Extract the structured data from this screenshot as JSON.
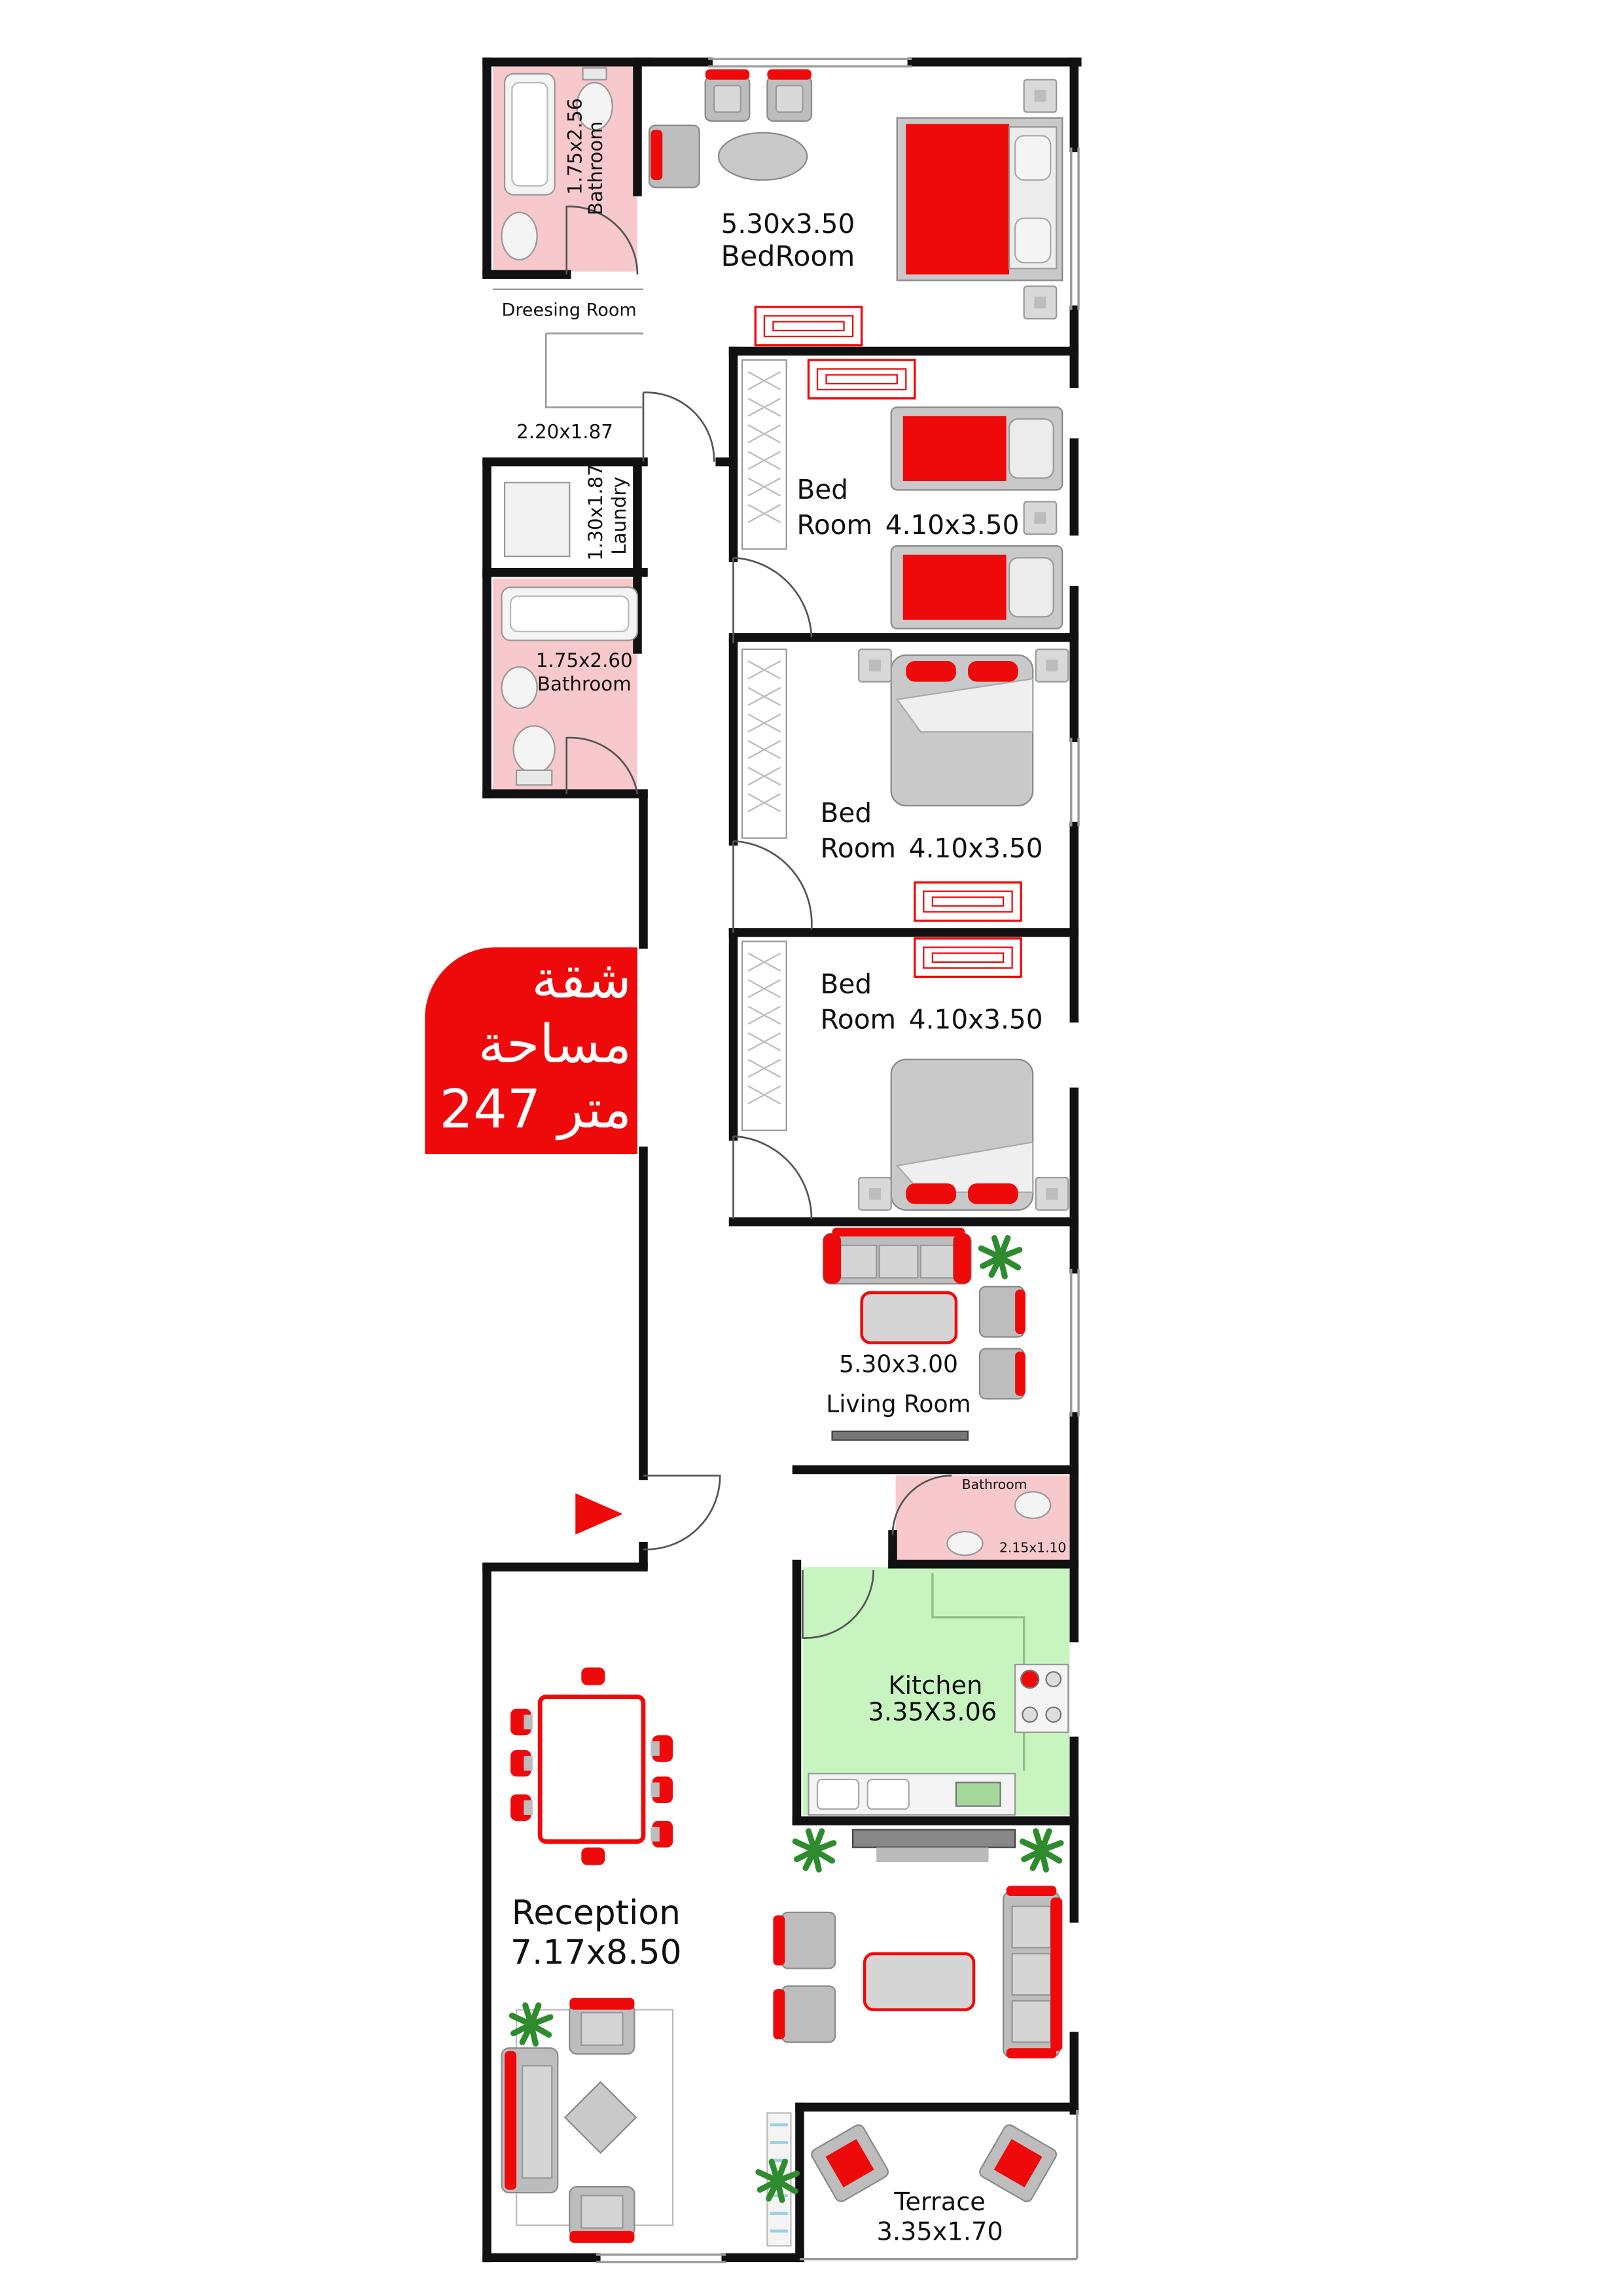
{
  "colors": {
    "wall": "#111111",
    "accent": "#ee0a0a",
    "bathroom": "#f7c8cc",
    "kitchen": "#c8f5bf",
    "furniture_gray": "#c9c9c9",
    "plant": "#2e8b2e"
  },
  "badge": {
    "line1": "شقة",
    "line2": "مساحة",
    "line3": "247 متر"
  },
  "rooms": {
    "master_bedroom": {
      "dims": "5.30x3.50",
      "name": "BedRoom"
    },
    "bathroom_top": {
      "dims": "1.75x2.56",
      "name": "Bathroom"
    },
    "dressing": {
      "name": "Dreesing Room",
      "dims": "2.20x1.87"
    },
    "laundry": {
      "dims": "1.30x1.87",
      "name": "Laundry"
    },
    "bathroom_mid": {
      "dims": "1.75x2.60",
      "name": "Bathroom"
    },
    "bedroom2": {
      "line1": "Bed",
      "line2": "Room",
      "dims": "4.10x3.50"
    },
    "bedroom3": {
      "line1": "Bed",
      "line2": "Room",
      "dims": "4.10x3.50"
    },
    "bedroom4": {
      "line1": "Bed",
      "line2": "Room",
      "dims": "4.10x3.50"
    },
    "living": {
      "dims": "5.30x3.00",
      "name": "Living Room"
    },
    "bathroom_small": {
      "name": "Bathroom",
      "dims": "2.15x1.10"
    },
    "kitchen": {
      "name": "Kitchen",
      "dims": "3.35X3.06"
    },
    "reception": {
      "name": "Reception",
      "dims": "7.17x8.50"
    },
    "terrace": {
      "name": "Terrace",
      "dims": "3.35x1.70"
    }
  },
  "icons": {
    "entrance": "entrance-arrow-icon"
  }
}
